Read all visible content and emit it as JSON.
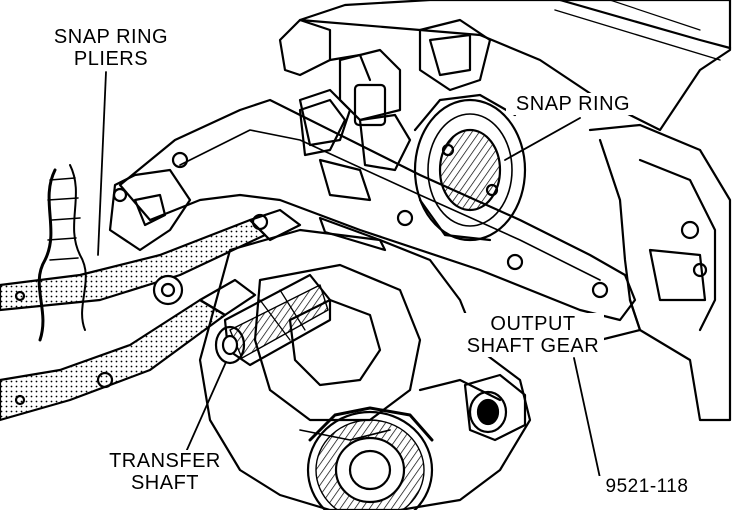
{
  "labels": {
    "snap_ring_pliers": [
      "SNAP RING",
      "PLIERS"
    ],
    "snap_ring": "SNAP RING",
    "output_shaft_gear": [
      "OUTPUT",
      "SHAFT GEAR"
    ],
    "transfer_shaft": [
      "TRANSFER",
      "SHAFT"
    ]
  },
  "figure_number": "9521-118",
  "colors": {
    "ink": "#000000",
    "paper": "#ffffff"
  }
}
